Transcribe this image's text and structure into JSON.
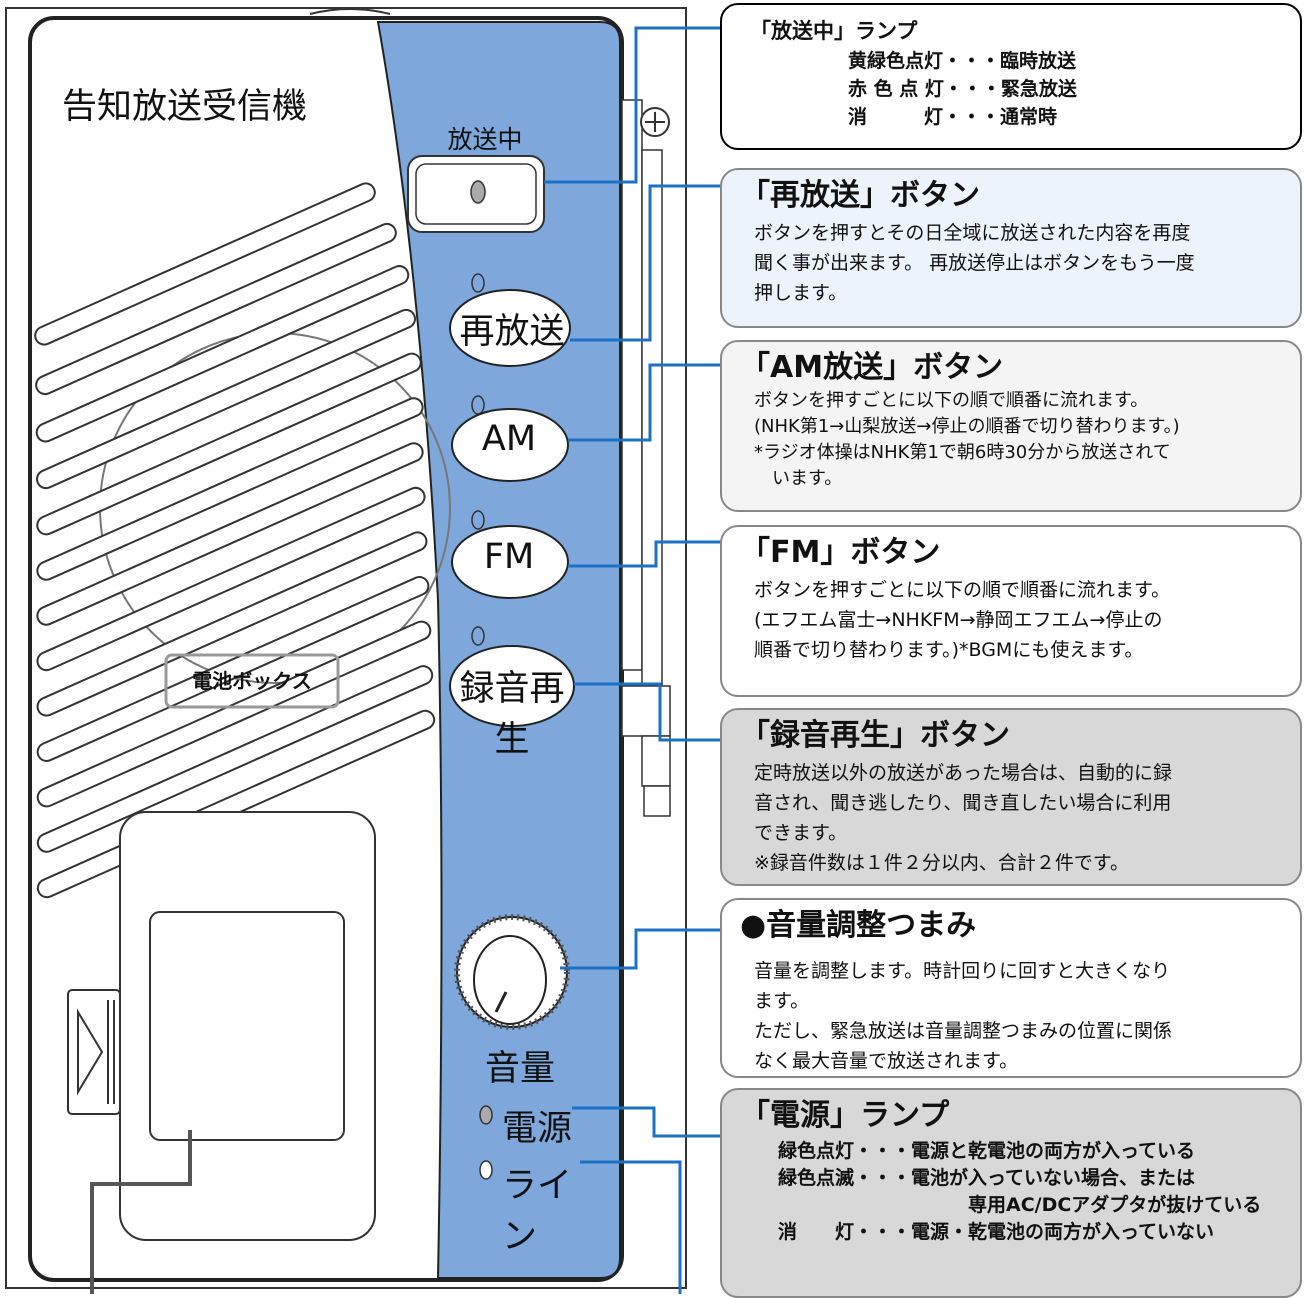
{
  "device": {
    "title": "告知放送受信機",
    "labels": {
      "onair": "放送中",
      "replay": "再放送",
      "am": "AM",
      "fm": "FM",
      "rec": "録音再生",
      "volume": "音量",
      "power": "電源",
      "line": "ライン"
    },
    "battery_box": "電池ボックス"
  },
  "callouts": {
    "onair": {
      "heading": "「放送中」ランプ",
      "rows": [
        "黄緑色点灯・・・臨時放送",
        "赤 色 点 灯・・・緊急放送",
        "消　　　灯・・・通常時"
      ]
    },
    "replay": {
      "heading": "「再放送」ボタン",
      "lines": [
        "ボタンを押すとその日全域に放送された内容を再度",
        "聞く事が出来ます。 再放送停止はボタンをもう一度",
        "押します。"
      ]
    },
    "am": {
      "heading": "「AM放送」ボタン",
      "lines": [
        "ボタンを押すごとに以下の順で順番に流れます。",
        "(NHK第1→山梨放送→停止の順番で切り替わります。)",
        "*ラジオ体操はNHK第1で朝6時30分から放送されて",
        "　います。"
      ]
    },
    "fm": {
      "heading": "「FM」ボタン",
      "lines": [
        "ボタンを押すごとに以下の順で順番に流れます。",
        "(エフエム富士→NHKFM→静岡エフエム→停止の",
        "順番で切り替わります。)*BGMにも使えます。"
      ]
    },
    "rec": {
      "heading": "「録音再生」ボタン",
      "lines": [
        "定時放送以外の放送があった場合は、自動的に録",
        "音され、聞き逃したり、聞き直したい場合に利用",
        "できます。",
        "※録音件数は１件２分以内、合計２件です。"
      ]
    },
    "volume": {
      "heading": "●音量調整つまみ",
      "lines": [
        "音量を調整します。時計回りに回すと大きくなり",
        "ます。",
        "ただし、緊急放送は音量調整つまみの位置に関係",
        "なく最大音量で放送されます。"
      ]
    },
    "power": {
      "heading": "「電源」ランプ",
      "rows": [
        "緑色点灯・・・電源と乾電池の両方が入っている",
        "緑色点滅・・・電池が入っていない場合、または",
        "専用AC/DCアダプタが抜けている",
        "消　　灯・・・電源・乾電池の両方が入っていない"
      ]
    }
  },
  "colors": {
    "panel_blue": "#7ea7dc",
    "leader_blue": "#1b72c4",
    "leader_gray": "#555555"
  }
}
